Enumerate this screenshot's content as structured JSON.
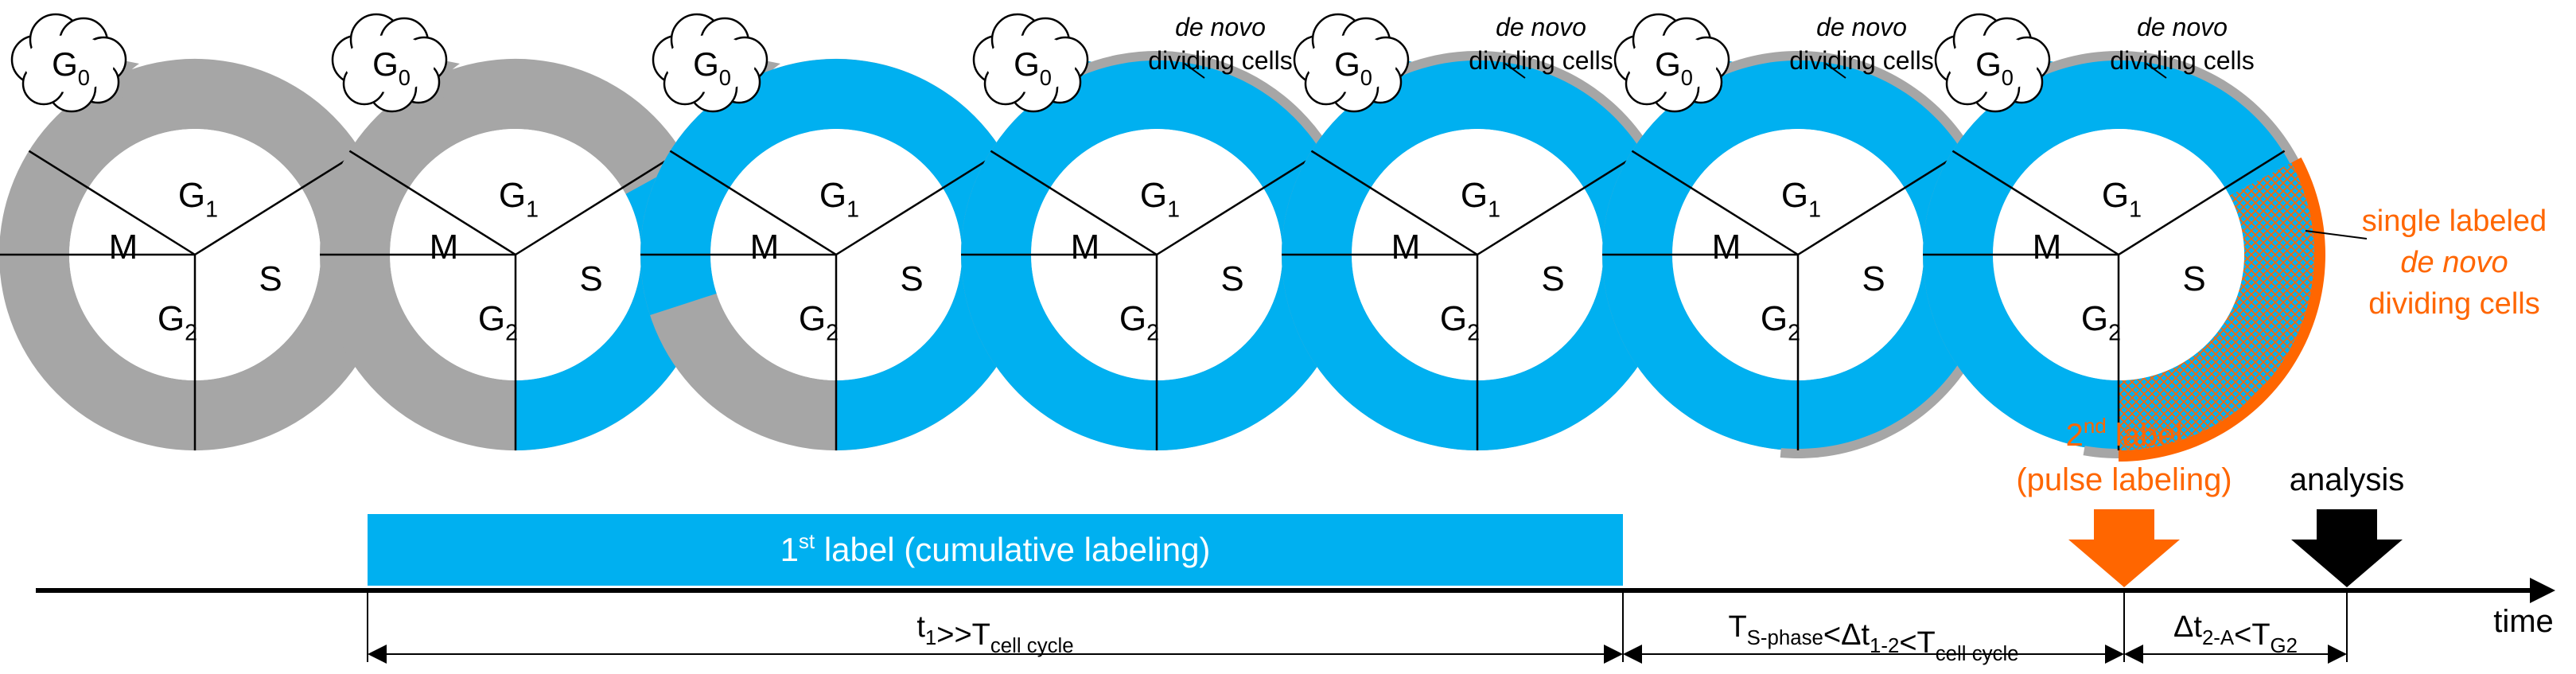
{
  "colors": {
    "blue": "#00b0f0",
    "gray": "#a6a6a6",
    "orange": "#ff6600",
    "black": "#000000",
    "white": "#ffffff"
  },
  "cycle_labels": {
    "g0_main": "G",
    "g0_sub": "0",
    "g1_main": "G",
    "g1_sub": "1",
    "g2_main": "G",
    "g2_sub": "2",
    "m": "M",
    "s": "S"
  },
  "de_novo": {
    "line1": "de novo",
    "line2": "dividing cells"
  },
  "single_labeled": {
    "line1": "single labeled",
    "line2": "de novo",
    "line3": "dividing cells"
  },
  "first_label": {
    "main": "1",
    "sup": "st",
    "rest": " label (cumulative labeling)"
  },
  "second_label": {
    "main": "2",
    "sup": "nd",
    "rest": " label",
    "line2": "(pulse labeling)"
  },
  "analysis": "analysis",
  "time_axis": "time",
  "intervals": {
    "t1": {
      "a": "t",
      "a_sub": "1",
      "b": ">>T",
      "b_sub": "cell cycle"
    },
    "dt12": {
      "a": "T",
      "a_sub": "S-phase",
      "b": "<Δt",
      "b_sub": "1-2",
      "c": "<T",
      "c_sub": "cell cycle"
    },
    "dt2a": {
      "a": "Δt",
      "a_sub": "2-A",
      "b": "<T",
      "b_sub": "G2"
    }
  },
  "stages": [
    {
      "stage": 1,
      "blue_fraction_from_s": 0.0,
      "g0_stem": "gray",
      "de_novo": false,
      "single_labeled": false
    },
    {
      "stage": 2,
      "blue_fraction_from_s": 0.33,
      "g0_stem": "gray",
      "de_novo": false,
      "single_labeled": false
    },
    {
      "stage": 3,
      "blue_fraction_from_s": 0.8,
      "g0_stem": "partial",
      "de_novo": false,
      "single_labeled": false
    },
    {
      "stage": 4,
      "blue_fraction_from_s": 1.0,
      "g0_stem": "blue",
      "de_novo": true,
      "single_labeled": false
    },
    {
      "stage": 5,
      "blue_fraction_from_s": 1.0,
      "g0_stem": "blue",
      "de_novo": true,
      "single_labeled": false
    },
    {
      "stage": 6,
      "blue_fraction_from_s": 1.0,
      "g0_stem": "blue",
      "de_novo": true,
      "single_labeled": false
    },
    {
      "stage": 7,
      "blue_fraction_from_s": 1.0,
      "g0_stem": "blue",
      "de_novo": true,
      "single_labeled": true
    }
  ]
}
